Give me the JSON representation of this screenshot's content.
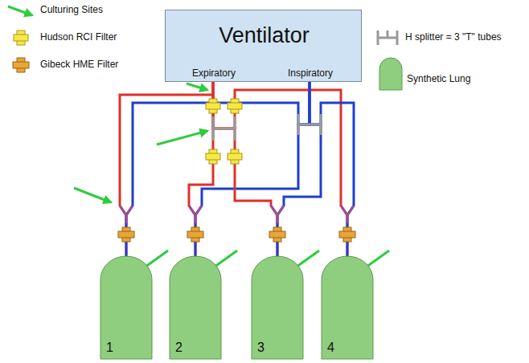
{
  "diagram": {
    "nodes": [
      {
        "text": [
          "Ventilator",
          "Expiratory",
          "Inspiratory"
        ]
      },
      {
        "text": [
          "1"
        ]
      },
      {
        "text": [
          "2"
        ]
      },
      {
        "text": [
          "3"
        ]
      },
      {
        "text": [
          "4"
        ]
      }
    ],
    "edges": [
      {
        "from": 0,
        "to": 1,
        "arrow": "none"
      },
      {
        "from": 0,
        "to": 1,
        "arrow": "none"
      },
      {
        "from": 0,
        "to": 2,
        "arrow": "none"
      },
      {
        "from": 0,
        "to": 2,
        "arrow": "none"
      },
      {
        "from": 0,
        "to": 3,
        "arrow": "none"
      },
      {
        "from": 0,
        "to": 3,
        "arrow": "none"
      },
      {
        "from": 0,
        "to": 4,
        "arrow": "none"
      },
      {
        "from": 0,
        "to": 4,
        "arrow": "none"
      }
    ],
    "legend": [
      {
        "text": "Culturing Sites"
      },
      {
        "text": "Hudson RCI Filter"
      },
      {
        "text": "Gibeck HME Filter"
      },
      {
        "text": "H splitter = 3 \"T\" tubes"
      },
      {
        "text": "Synthetic Lung"
      }
    ]
  }
}
